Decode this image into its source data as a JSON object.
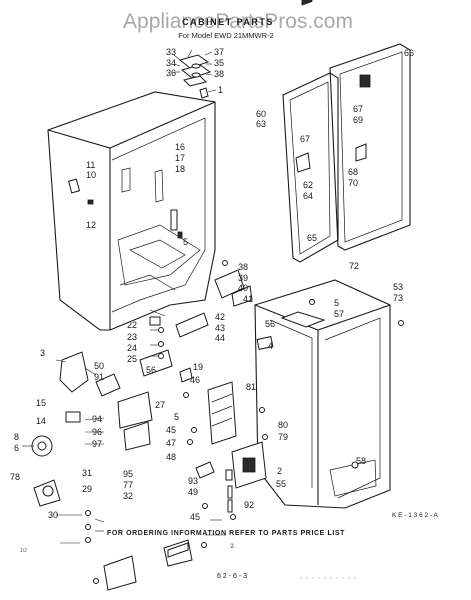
{
  "watermark": "AppliancePartsPros.com",
  "title": "CABINET PARTS",
  "subtitle": "For Model EWD 21MMWR-2",
  "footer_note": "FOR ORDERING INFORMATION REFER TO PARTS PRICE LIST",
  "drawing_code": "K E - 1 3 6 2 - A",
  "page_mark": "2",
  "bottom_code": "6 2 - 6 - 3",
  "corner_mark": "1/2",
  "callouts": [
    {
      "id": "c33",
      "text": "33"
    },
    {
      "id": "c34",
      "text": "34"
    },
    {
      "id": "c36",
      "text": "36"
    },
    {
      "id": "c37",
      "text": "37"
    },
    {
      "id": "c35",
      "text": "35"
    },
    {
      "id": "c38a",
      "text": "38"
    },
    {
      "id": "c1",
      "text": "1"
    },
    {
      "id": "c66",
      "text": "66"
    },
    {
      "id": "c60",
      "text": "60"
    },
    {
      "id": "c63",
      "text": "63"
    },
    {
      "id": "c67a",
      "text": "67"
    },
    {
      "id": "c67b",
      "text": "67"
    },
    {
      "id": "c69",
      "text": "69"
    },
    {
      "id": "c16",
      "text": "16"
    },
    {
      "id": "c17",
      "text": "17"
    },
    {
      "id": "c18",
      "text": "18"
    },
    {
      "id": "c11",
      "text": "11"
    },
    {
      "id": "c10",
      "text": "10"
    },
    {
      "id": "c12",
      "text": "12"
    },
    {
      "id": "c62",
      "text": "62"
    },
    {
      "id": "c64",
      "text": "64"
    },
    {
      "id": "c68",
      "text": "68"
    },
    {
      "id": "c70",
      "text": "70"
    },
    {
      "id": "c5a",
      "text": "5"
    },
    {
      "id": "c65",
      "text": "65"
    },
    {
      "id": "c72",
      "text": "72"
    },
    {
      "id": "c38b",
      "text": "38"
    },
    {
      "id": "c39",
      "text": "39"
    },
    {
      "id": "c40",
      "text": "40"
    },
    {
      "id": "c41",
      "text": "41"
    },
    {
      "id": "c53",
      "text": "53"
    },
    {
      "id": "c73",
      "text": "73"
    },
    {
      "id": "c5b",
      "text": "5"
    },
    {
      "id": "c57",
      "text": "57"
    },
    {
      "id": "c42",
      "text": "42"
    },
    {
      "id": "c43",
      "text": "43"
    },
    {
      "id": "c44",
      "text": "44"
    },
    {
      "id": "c22",
      "text": "22"
    },
    {
      "id": "c23",
      "text": "23"
    },
    {
      "id": "c24",
      "text": "24"
    },
    {
      "id": "c25",
      "text": "25"
    },
    {
      "id": "c56a",
      "text": "56"
    },
    {
      "id": "c4",
      "text": "4"
    },
    {
      "id": "c3",
      "text": "3"
    },
    {
      "id": "c50",
      "text": "50"
    },
    {
      "id": "c91",
      "text": "91"
    },
    {
      "id": "c56b",
      "text": "56"
    },
    {
      "id": "c19",
      "text": "19"
    },
    {
      "id": "c46",
      "text": "46"
    },
    {
      "id": "c15",
      "text": "15"
    },
    {
      "id": "c14",
      "text": "14"
    },
    {
      "id": "c81",
      "text": "81"
    },
    {
      "id": "c27",
      "text": "27"
    },
    {
      "id": "c94",
      "text": "94"
    },
    {
      "id": "c96",
      "text": "96"
    },
    {
      "id": "c97",
      "text": "97"
    },
    {
      "id": "c5c",
      "text": "5"
    },
    {
      "id": "c45a",
      "text": "45"
    },
    {
      "id": "c47",
      "text": "47"
    },
    {
      "id": "c80",
      "text": "80"
    },
    {
      "id": "c79",
      "text": "79"
    },
    {
      "id": "c48",
      "text": "48"
    },
    {
      "id": "c8",
      "text": "8"
    },
    {
      "id": "c6",
      "text": "6"
    },
    {
      "id": "c78",
      "text": "78"
    },
    {
      "id": "c31",
      "text": "31"
    },
    {
      "id": "c29",
      "text": "29"
    },
    {
      "id": "c95",
      "text": "95"
    },
    {
      "id": "c77",
      "text": "77"
    },
    {
      "id": "c32",
      "text": "32"
    },
    {
      "id": "c93",
      "text": "93"
    },
    {
      "id": "c49",
      "text": "49"
    },
    {
      "id": "c45b",
      "text": "45"
    },
    {
      "id": "c92",
      "text": "92"
    },
    {
      "id": "c2",
      "text": "2"
    },
    {
      "id": "c55",
      "text": "55"
    },
    {
      "id": "c58",
      "text": "58"
    },
    {
      "id": "c30",
      "text": "30"
    }
  ]
}
